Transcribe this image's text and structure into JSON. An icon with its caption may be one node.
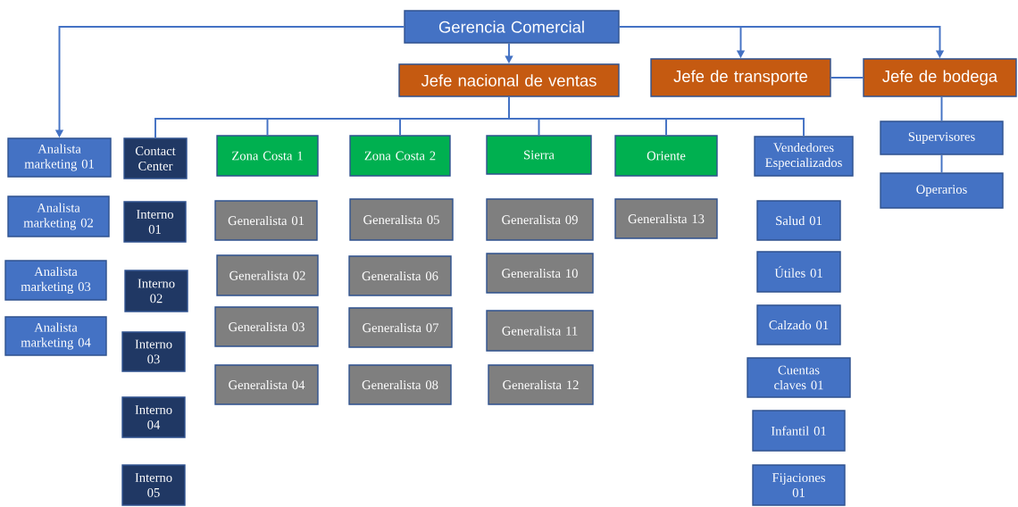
{
  "diagram": {
    "nodes": [
      {
        "text": [
          "Gerencia Comercial"
        ]
      },
      {
        "text": [
          "Jefe nacional de ventas"
        ]
      },
      {
        "text": [
          "Jefe de transporte"
        ]
      },
      {
        "text": [
          "Jefe de bodega"
        ]
      },
      {
        "text": [
          "Analista marketing 01"
        ]
      },
      {
        "text": [
          "Contact Center"
        ]
      },
      {
        "text": [
          "Zona Costa 1"
        ]
      },
      {
        "text": [
          "Zona Costa 2"
        ]
      },
      {
        "text": [
          "Sierra"
        ]
      },
      {
        "text": [
          "Oriente"
        ]
      },
      {
        "text": [
          "Vendedores Especializados"
        ]
      },
      {
        "text": [
          "Supervisores"
        ]
      },
      {
        "text": [
          "Operarios"
        ]
      },
      {
        "text": [
          "Analista marketing 02"
        ]
      },
      {
        "text": [
          "Analista marketing 03"
        ]
      },
      {
        "text": [
          "Analista marketing 04"
        ]
      },
      {
        "text": [
          "Interno 01"
        ]
      },
      {
        "text": [
          "Interno 02"
        ]
      },
      {
        "text": [
          "Interno 03"
        ]
      },
      {
        "text": [
          "Interno 04"
        ]
      },
      {
        "text": [
          "Interno 05"
        ]
      },
      {
        "text": [
          "Generalista 01"
        ]
      },
      {
        "text": [
          "Generalista 02"
        ]
      },
      {
        "text": [
          "Generalista 03"
        ]
      },
      {
        "text": [
          "Generalista 04"
        ]
      },
      {
        "text": [
          "Generalista 05"
        ]
      },
      {
        "text": [
          "Generalista 06"
        ]
      },
      {
        "text": [
          "Generalista 07"
        ]
      },
      {
        "text": [
          "Generalista 08"
        ]
      },
      {
        "text": [
          "Generalista 09"
        ]
      },
      {
        "text": [
          "Generalista 10"
        ]
      },
      {
        "text": [
          "Generalista 11"
        ]
      },
      {
        "text": [
          "Generalista 12"
        ]
      },
      {
        "text": [
          "Generalista 13"
        ]
      },
      {
        "text": [
          "Salud 01"
        ]
      },
      {
        "text": [
          "Útiles 01"
        ]
      },
      {
        "text": [
          "Calzado 01"
        ]
      },
      {
        "text": [
          "Cuentas claves 01"
        ]
      },
      {
        "text": [
          "Infantil 01"
        ]
      },
      {
        "text": [
          "Fijaciones 01"
        ]
      }
    ],
    "edges": [
      {
        "from": 0,
        "to": 4,
        "arrow": "to"
      },
      {
        "from": 0,
        "to": 1,
        "arrow": "to"
      },
      {
        "from": 0,
        "to": 2,
        "arrow": "to"
      },
      {
        "from": 0,
        "to": 3,
        "arrow": "to"
      },
      {
        "from": 2,
        "to": 3,
        "arrow": "none"
      },
      {
        "from": 1,
        "to": 5,
        "arrow": "none"
      },
      {
        "from": 1,
        "to": 6,
        "arrow": "none"
      },
      {
        "from": 1,
        "to": 7,
        "arrow": "none"
      },
      {
        "from": 1,
        "to": 8,
        "arrow": "none"
      },
      {
        "from": 1,
        "to": 9,
        "arrow": "none"
      },
      {
        "from": 1,
        "to": 10,
        "arrow": "none"
      },
      {
        "from": 3,
        "to": 11,
        "arrow": "none"
      },
      {
        "from": 11,
        "to": 12,
        "arrow": "none"
      }
    ]
  }
}
